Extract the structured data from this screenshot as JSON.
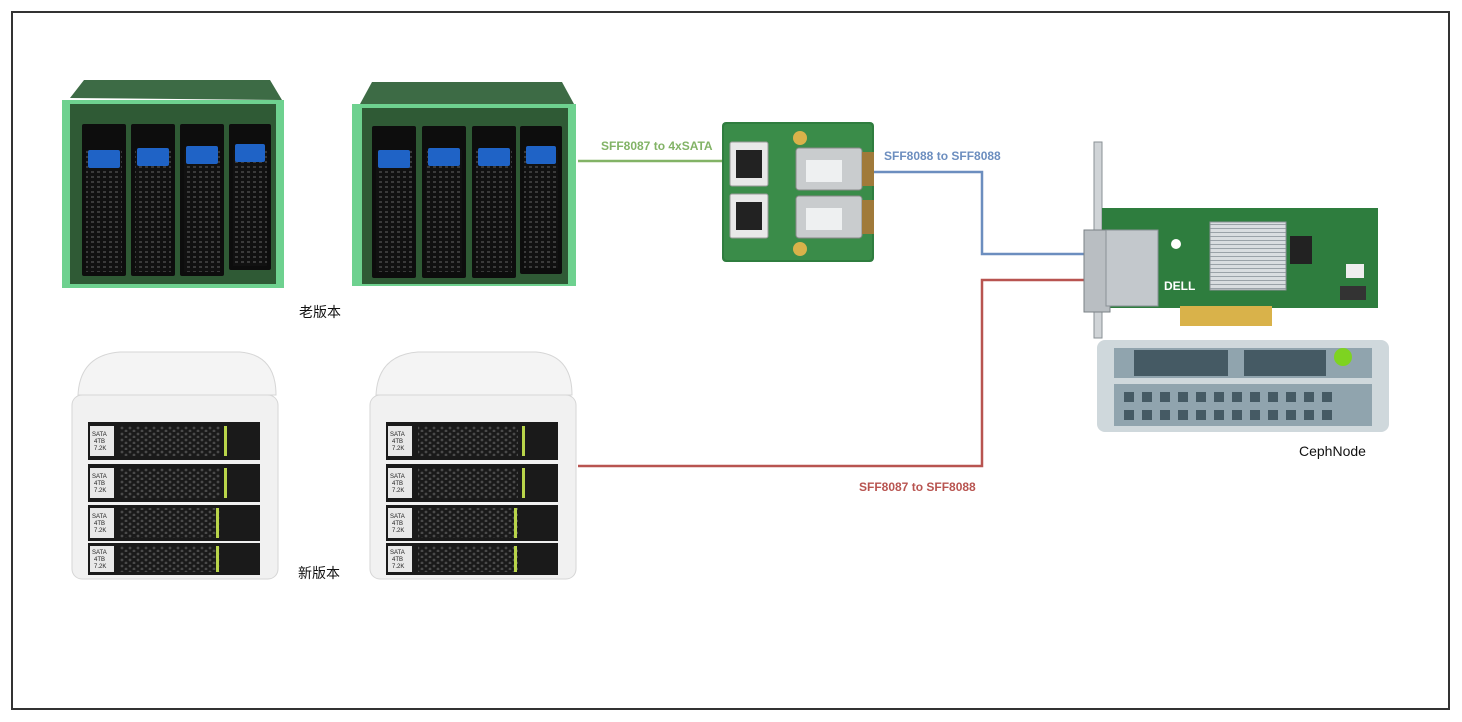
{
  "labels": {
    "old_version": "老版本",
    "new_version": "新版本",
    "ceph_node": "CephNode"
  },
  "edges": {
    "green": {
      "label": "SFF8087 to 4xSATA",
      "color": "#82b366"
    },
    "blue": {
      "label": "SFF8088 to SFF8088",
      "color": "#6c8ebf"
    },
    "red": {
      "label": "SFF8087 to SFF8088",
      "color": "#b85450"
    }
  },
  "drive_labels": {
    "line1": "SATA",
    "line2": "4TB",
    "line3": "7.2K"
  },
  "hba": {
    "brand": "DELL"
  },
  "colors": {
    "old_enclosure": "#2f5a35",
    "old_enclosure_side": "#6ed18f",
    "drive_latch": "#1f63c6",
    "new_enclosure": "#f1f1f1",
    "pcb": "#2f7d3f",
    "node_body": "#cfd8dc",
    "node_slot": "#455a64",
    "node_led": "#7ed321"
  },
  "icons": [
    "old-enclosure-icon",
    "new-enclosure-icon",
    "adapter-board-icon",
    "hba-card-icon",
    "server-node-icon"
  ]
}
